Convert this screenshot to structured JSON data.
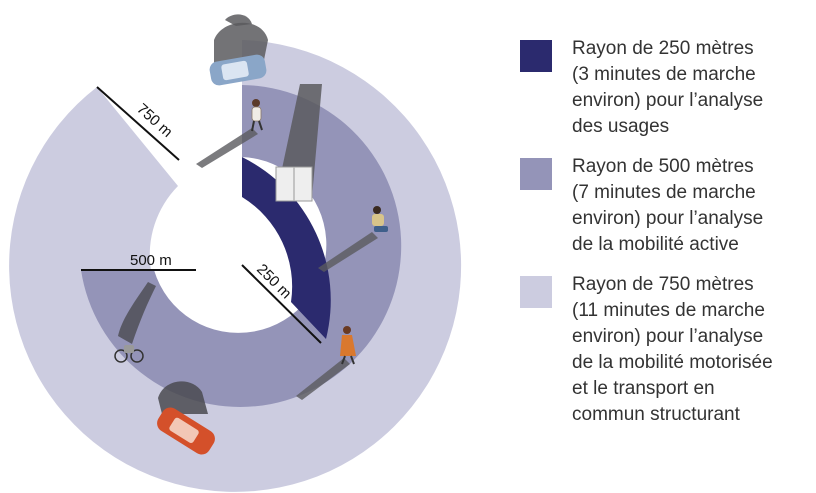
{
  "diagram": {
    "labels": {
      "r750": "750 m",
      "r500": "500 m",
      "r250": "250 m"
    },
    "colors": {
      "ring_750": "#cccce0",
      "ring_500": "#9494b8",
      "ring_250": "#2b2a6e",
      "shadow": "#5a5a5e",
      "car_blue": "#8aa6c8",
      "car_orange": "#d4502a"
    },
    "icons": [
      "building-icon",
      "car-icon",
      "pedestrian-icon",
      "cyclist-icon",
      "scooter-rider-icon"
    ]
  },
  "legend": {
    "items": [
      {
        "lines": [
          "Rayon de 250 mètres",
          "(3 minutes de marche",
          "environ)  pour l’analyse",
          "des usages"
        ]
      },
      {
        "lines": [
          "Rayon de 500 mètres",
          "(7 minutes de marche",
          "environ) pour l’analyse",
          "de la mobilité active"
        ]
      },
      {
        "lines": [
          "Rayon de 750 mètres",
          "(11 minutes de marche",
          "environ) pour l’analyse",
          "de la mobilité motorisée",
          "et le transport en",
          "commun structurant"
        ]
      }
    ]
  }
}
